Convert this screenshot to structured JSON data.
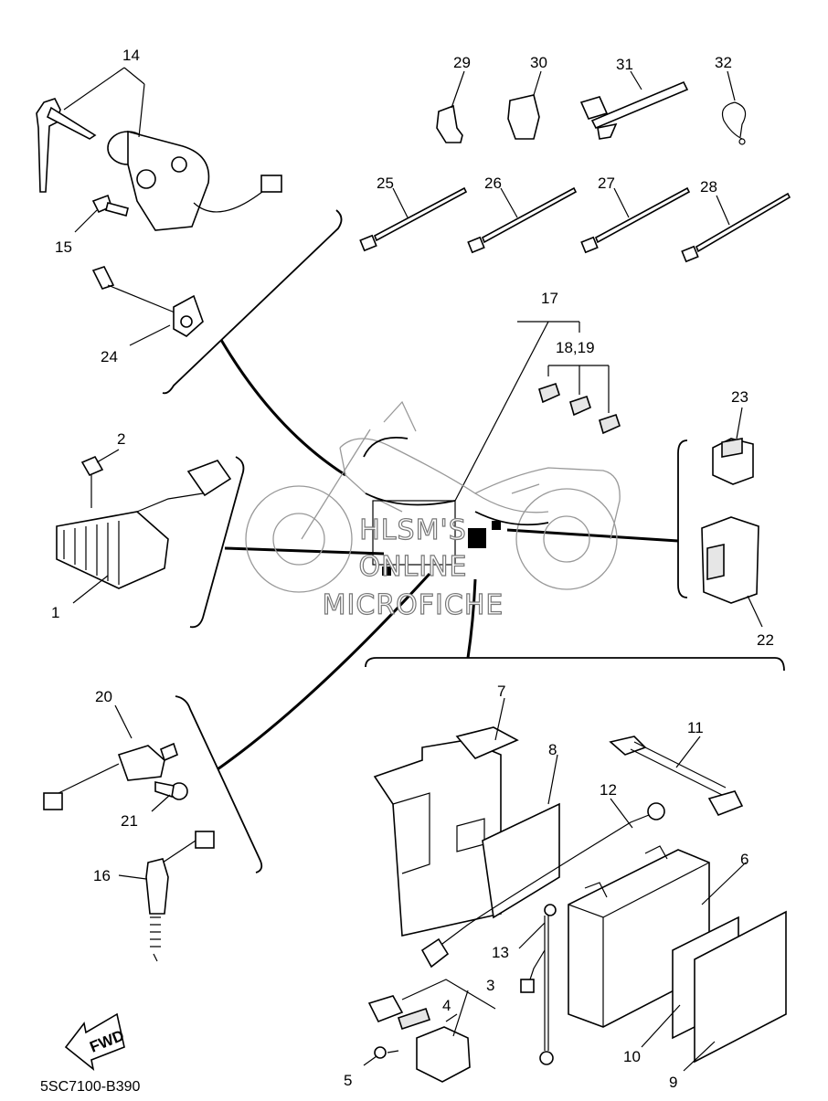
{
  "diagram_code": "5SC7100-B390",
  "fwd_label": "FWD",
  "watermark": {
    "line1": "HLSM'S",
    "line2": "ONLINE",
    "line3": "MICROFICHE"
  },
  "callouts": {
    "c1": "1",
    "c2": "2",
    "c3": "3",
    "c4": "4",
    "c5": "5",
    "c6": "6",
    "c7": "7",
    "c8": "8",
    "c9": "9",
    "c10": "10",
    "c11": "11",
    "c12": "12",
    "c13": "13",
    "c14": "14",
    "c15": "15",
    "c16": "16",
    "c17": "17",
    "c18_19": "18,19",
    "c20": "20",
    "c21": "21",
    "c22": "22",
    "c23": "23",
    "c24": "24",
    "c25": "25",
    "c26": "26",
    "c27": "27",
    "c28": "28",
    "c29": "29",
    "c30": "30",
    "c31": "31",
    "c32": "32"
  }
}
